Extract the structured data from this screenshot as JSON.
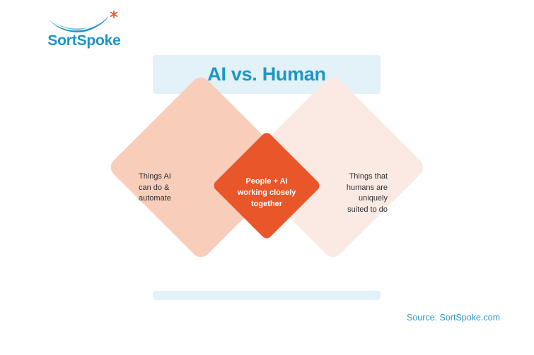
{
  "brand": {
    "name": "SortSpoke",
    "logo_mark": "swoosh-bird-icon",
    "accent_asterisk": "asterisk-icon",
    "blue": "#1D94C6",
    "orange": "#E8562A"
  },
  "title": {
    "text": "AI vs. Human",
    "band_color": "#E3F1F8",
    "text_color": "#1C97C4"
  },
  "diagram": {
    "type": "venn-diamond",
    "segments": [
      {
        "id": "ai",
        "label": "Things AI\ncan do &\nautomate",
        "color": "#F8CDBA",
        "align": "left"
      },
      {
        "id": "overlap",
        "label": "People + AI\nworking closely\ntogether",
        "color": "#E8562A",
        "align": "center"
      },
      {
        "id": "human",
        "label": "Things that\nhumans are\nuniquely\nsuited to do",
        "color": "#FBEAE3",
        "align": "right"
      }
    ]
  },
  "footer": {
    "source": "Source: SortSpoke.com",
    "source_color": "#2D9BC9",
    "band_color": "#E3F1F8"
  }
}
